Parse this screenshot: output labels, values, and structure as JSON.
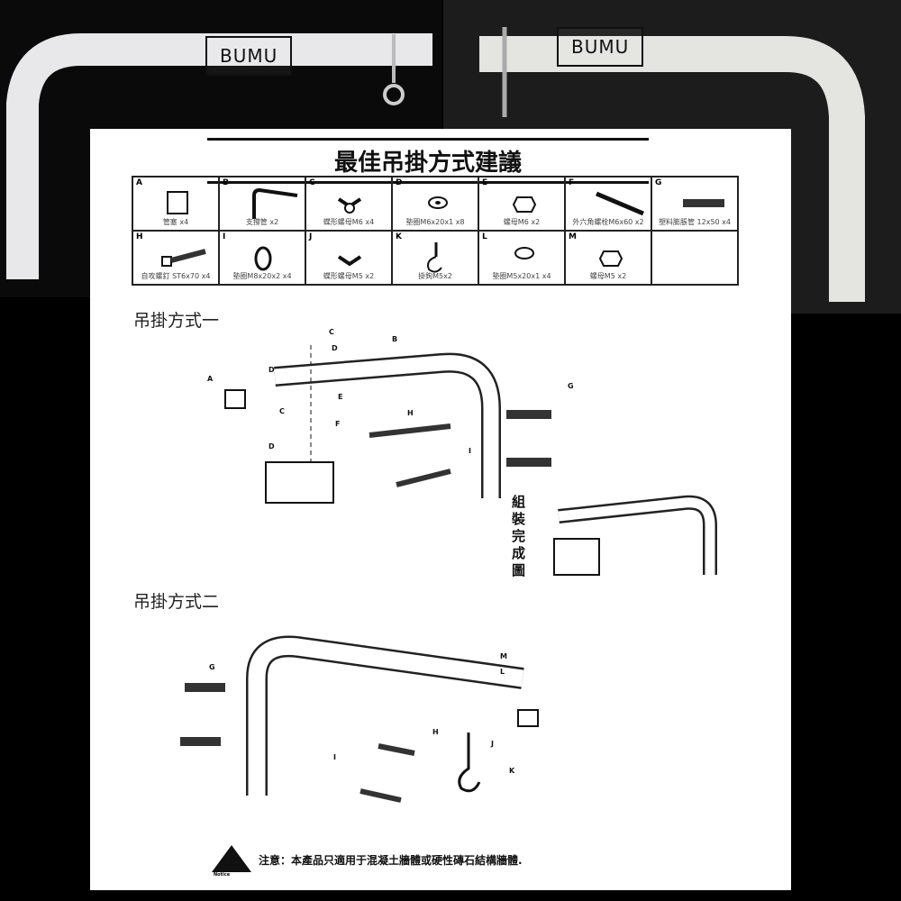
{
  "watermark": "BUMU",
  "title": "最佳吊掛方式建議",
  "parts": [
    {
      "letter": "A",
      "name": "管塞 x4"
    },
    {
      "letter": "B",
      "name": "支撐管 x2"
    },
    {
      "letter": "C",
      "name": "蝶形螺母M6 x4"
    },
    {
      "letter": "D",
      "name": "墊圈M6x20x1 x8"
    },
    {
      "letter": "E",
      "name": "螺母M6 x2"
    },
    {
      "letter": "F",
      "name": "外六角螺栓M6x60 x2"
    },
    {
      "letter": "G",
      "name": "塑料膨脹管 12x50 x4"
    },
    {
      "letter": "H",
      "name": "自攻螺釘 ST6x70 x4"
    },
    {
      "letter": "I",
      "name": "墊圈M8x20x2 x4"
    },
    {
      "letter": "J",
      "name": "蝶形螺母M5 x2"
    },
    {
      "letter": "K",
      "name": "掛鉤M5x2"
    },
    {
      "letter": "L",
      "name": "墊圈M5x20x1 x4"
    },
    {
      "letter": "M",
      "name": "螺母M5 x2"
    }
  ],
  "method1": {
    "title": "吊掛方式一",
    "labels": [
      "A",
      "B",
      "C",
      "D",
      "D",
      "E",
      "C",
      "F",
      "D",
      "G",
      "H",
      "I"
    ]
  },
  "completed_label": "組裝完成圖",
  "method2": {
    "title": "吊掛方式二",
    "labels": [
      "G",
      "H",
      "I",
      "M",
      "L",
      "J",
      "K"
    ]
  },
  "notice": {
    "text": "注意：本產品只適用于混凝土牆體或硬性磚石結構牆體.",
    "sub": "Notice"
  }
}
